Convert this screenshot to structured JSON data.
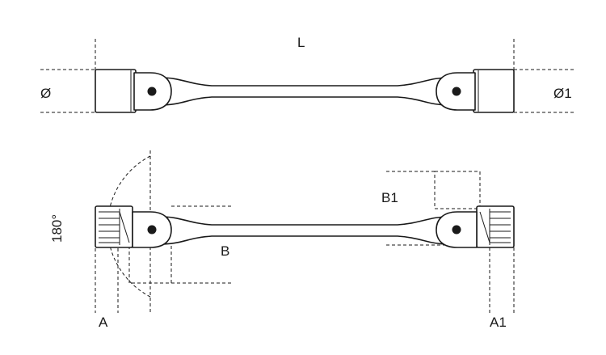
{
  "labels": {
    "length": "L",
    "diameter_left": "Ø",
    "diameter_right": "Ø1",
    "angle": "180°",
    "offset_a": "A",
    "offset_a1": "A1",
    "offset_b": "B",
    "offset_b1": "B1"
  }
}
